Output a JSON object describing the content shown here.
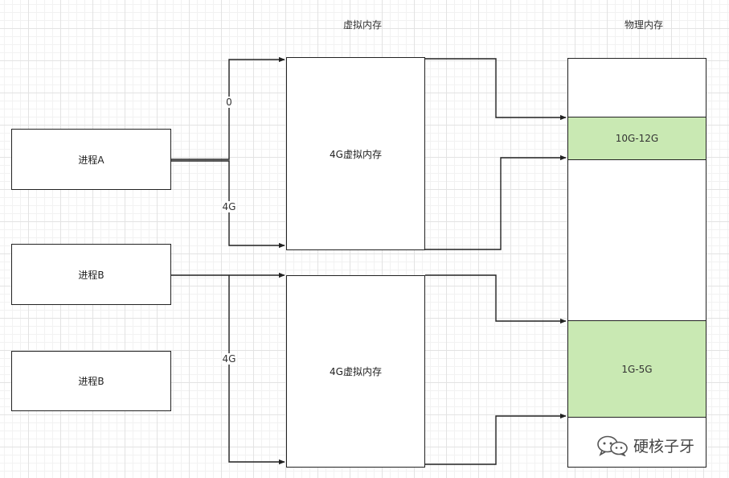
{
  "headers": {
    "virtual": "虚拟内存",
    "physical": "物理内存"
  },
  "processes": [
    {
      "label": "进程A"
    },
    {
      "label": "进程B"
    },
    {
      "label": "进程B"
    }
  ],
  "virtual_memory": [
    {
      "label": "4G虚拟内存"
    },
    {
      "label": "4G虚拟内存"
    }
  ],
  "physical_segments": [
    {
      "label": "10G-12G",
      "color": "#c9e9b3"
    },
    {
      "label": "1G-5G",
      "color": "#c9e9b3"
    }
  ],
  "address_labels": {
    "a_start": "0",
    "a_size": "4G",
    "b_size": "4G"
  },
  "watermark": {
    "text": "硬核子牙",
    "icon": "wechat-icon"
  }
}
